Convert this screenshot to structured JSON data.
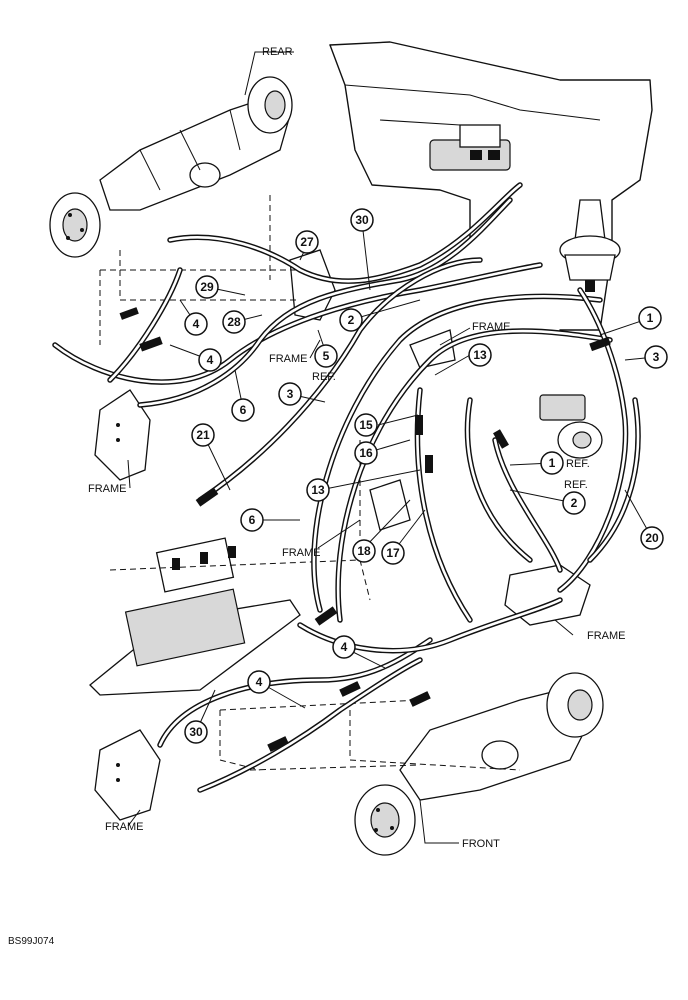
{
  "labels": {
    "rear": "REAR",
    "front": "FRONT",
    "frame": "FRAME",
    "ref": "REF.",
    "drawing_code": "BS99J074"
  },
  "callouts": [
    "1",
    "1",
    "2",
    "2",
    "3",
    "3",
    "4",
    "4",
    "4",
    "4",
    "5",
    "6",
    "6",
    "13",
    "13",
    "15",
    "16",
    "17",
    "18",
    "20",
    "21",
    "27",
    "28",
    "29",
    "30",
    "30"
  ]
}
